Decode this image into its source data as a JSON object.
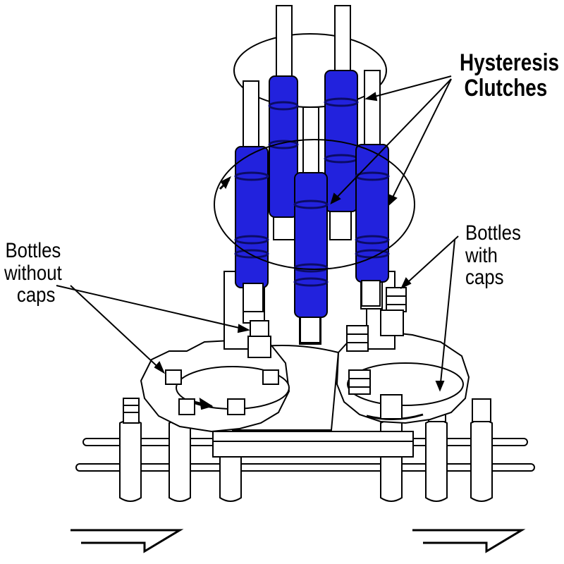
{
  "labels": {
    "clutches": {
      "line1": "Hysteresis",
      "line2": "Clutches"
    },
    "uncapped": {
      "line1": "Bottles",
      "line2": "without",
      "line3": "caps"
    },
    "capped": {
      "line1": "Bottles",
      "line2": "with",
      "line3": "caps"
    }
  },
  "colors": {
    "clutch": "#2222dd",
    "clutch_band": "#0b0b66",
    "line": "#000000",
    "background": "#ffffff"
  }
}
